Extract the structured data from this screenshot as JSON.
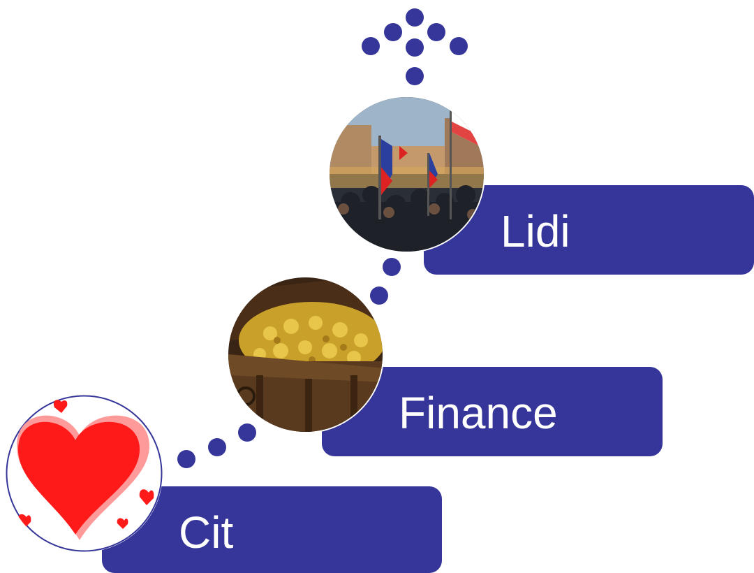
{
  "steps": [
    {
      "id": "lidi",
      "label": "Lidi",
      "image": "crowd-with-flags-photo"
    },
    {
      "id": "finance",
      "label": "Finance",
      "image": "treasure-chest-of-gold-coins-photo"
    },
    {
      "id": "cit",
      "label": "Cit",
      "image": "red-hearts-illustration"
    }
  ],
  "colors": {
    "accent": "#36369a",
    "text": "#ffffff",
    "heart": "#ff1a1a"
  },
  "icons": {
    "top_arrow": "dotted-up-arrow-icon"
  }
}
